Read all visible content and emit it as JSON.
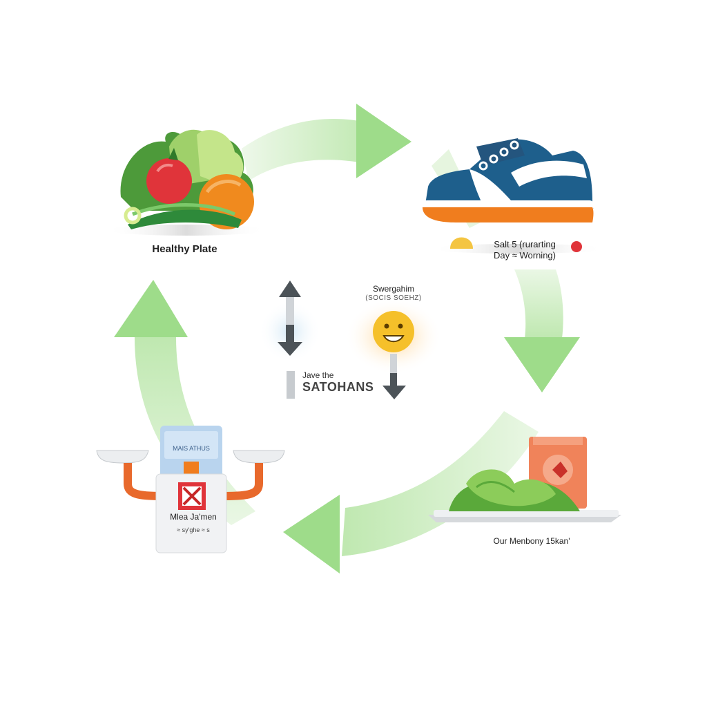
{
  "nodes": {
    "healthy_plate": {
      "label": "Healthy Plate"
    },
    "shoe": {
      "line1": "Salt 5 (rurarting",
      "line2": "Day ≈ Worning)"
    },
    "center_top": {
      "line1": "Swergahim",
      "line2": "(SOCIS SOEHZ)"
    },
    "center_bottom": {
      "small": "Jave the",
      "big": "SATOHANS"
    },
    "vegetables": {
      "label": "Our Menbony 15kan'"
    },
    "scale": {
      "screen_text": "MAIS ATHUS",
      "title": "Mlea Ja'men",
      "subtitle": "≈ sy'ghe ≈ s"
    }
  },
  "colors": {
    "arrow_green": "#9edc8a",
    "arrow_tail": "#d9f1d0",
    "shoe_blue": "#1e5f8c",
    "sole_orange": "#f07d1e",
    "smiley": "#f5c02a"
  },
  "icons": [
    "vegetables-icon",
    "sneaker-icon",
    "smiley-icon",
    "scale-icon",
    "leafy-greens-icon",
    "up-down-arrow-icon"
  ]
}
